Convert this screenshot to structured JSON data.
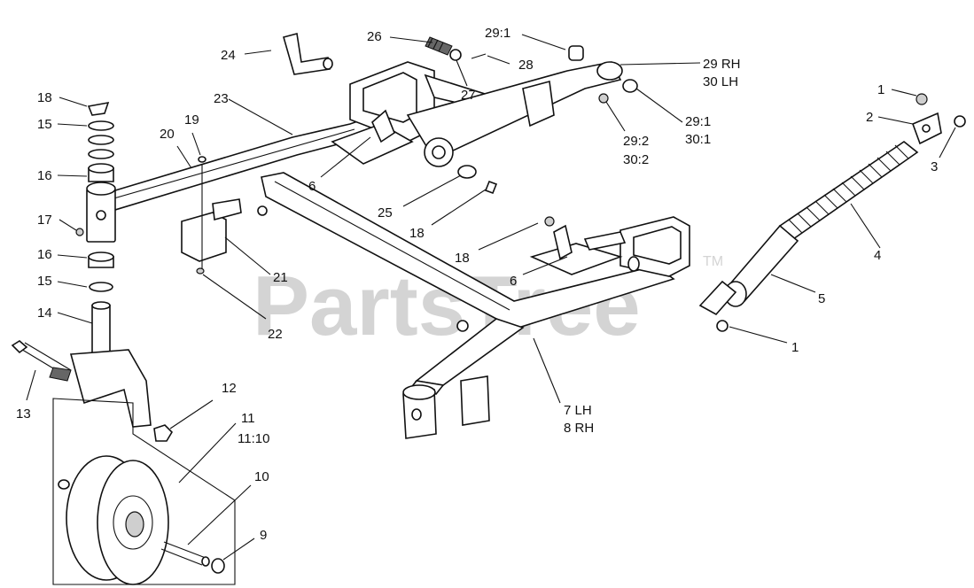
{
  "watermark": {
    "text": "PartsTree",
    "trademark": "TM"
  },
  "callouts": [
    {
      "id": "c24",
      "text": "24"
    },
    {
      "id": "c26",
      "text": "26"
    },
    {
      "id": "c27",
      "text": "27"
    },
    {
      "id": "c28",
      "text": "28"
    },
    {
      "id": "c29-1a",
      "text": "29:1"
    },
    {
      "id": "c29rh",
      "text": "29 RH"
    },
    {
      "id": "c30lh",
      "text": "30 LH"
    },
    {
      "id": "c29-1b",
      "text": "29:1"
    },
    {
      "id": "c30-1",
      "text": "30:1"
    },
    {
      "id": "c29-2",
      "text": "29:2"
    },
    {
      "id": "c30-2",
      "text": "30:2"
    },
    {
      "id": "c1a",
      "text": "1"
    },
    {
      "id": "c2",
      "text": "2"
    },
    {
      "id": "c3",
      "text": "3"
    },
    {
      "id": "c4",
      "text": "4"
    },
    {
      "id": "c5",
      "text": "5"
    },
    {
      "id": "c1b",
      "text": "1"
    },
    {
      "id": "c18a",
      "text": "18"
    },
    {
      "id": "c15a",
      "text": "15"
    },
    {
      "id": "c16a",
      "text": "16"
    },
    {
      "id": "c17",
      "text": "17"
    },
    {
      "id": "c16b",
      "text": "16"
    },
    {
      "id": "c15b",
      "text": "15"
    },
    {
      "id": "c14",
      "text": "14"
    },
    {
      "id": "c13",
      "text": "13"
    },
    {
      "id": "c19",
      "text": "19"
    },
    {
      "id": "c20",
      "text": "20"
    },
    {
      "id": "c23",
      "text": "23"
    },
    {
      "id": "c6a",
      "text": "6"
    },
    {
      "id": "c21",
      "text": "21"
    },
    {
      "id": "c22",
      "text": "22"
    },
    {
      "id": "c25",
      "text": "25"
    },
    {
      "id": "c18b",
      "text": "18"
    },
    {
      "id": "c18c",
      "text": "18"
    },
    {
      "id": "c6b",
      "text": "6"
    },
    {
      "id": "c12",
      "text": "12"
    },
    {
      "id": "c11",
      "text": "11"
    },
    {
      "id": "c11-10",
      "text": "11:10"
    },
    {
      "id": "c10",
      "text": "10"
    },
    {
      "id": "c9",
      "text": "9"
    },
    {
      "id": "c7lh",
      "text": "7 LH"
    },
    {
      "id": "c8rh",
      "text": "8 RH"
    }
  ]
}
